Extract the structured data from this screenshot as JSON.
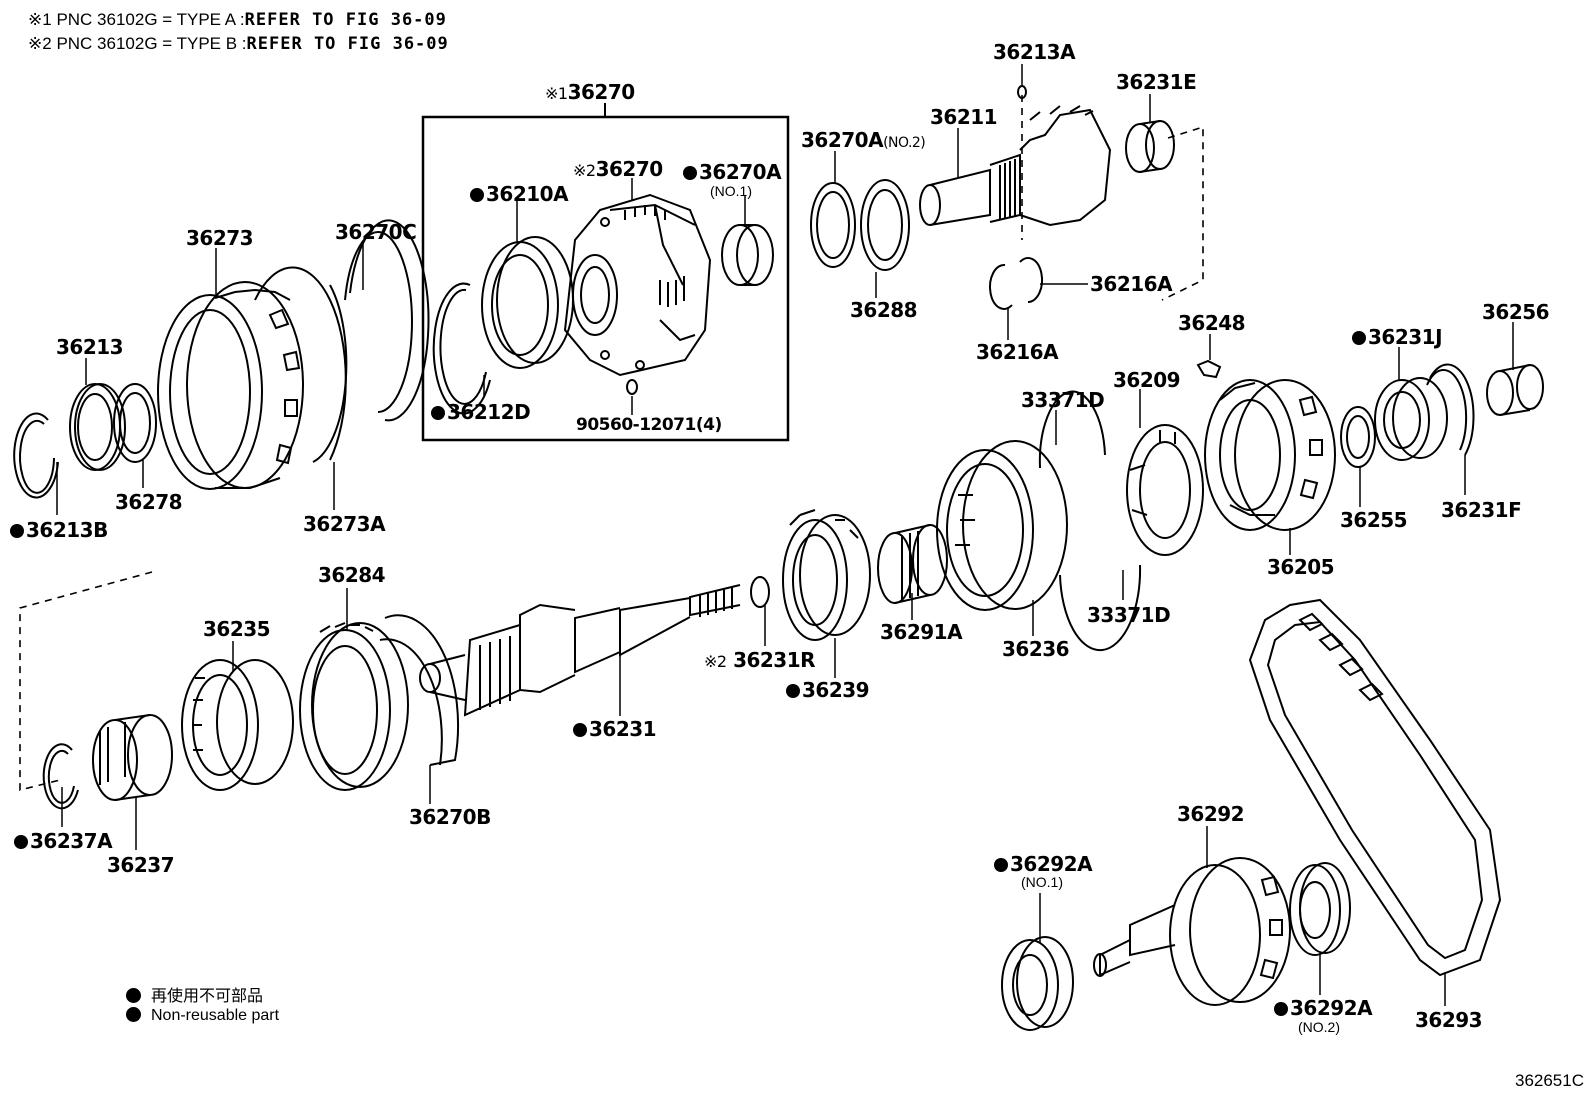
{
  "notes": [
    {
      "mark": "※1",
      "text": "PNC 36102G = TYPE A :",
      "ref": "REFER TO FIG 36-09"
    },
    {
      "mark": "※2",
      "text": "PNC 36102G = TYPE B :",
      "ref": "REFER TO FIG 36-09"
    }
  ],
  "labels": {
    "p36213A": "36213A",
    "p36231E": "36231E",
    "p36270": "36270",
    "p36270_mark": "※1",
    "p36270_2": "36270",
    "p36270_2_mark": "※2",
    "p36210A": "36210A",
    "p36270A1": "36270A",
    "p36270A1_sub": "(NO.1)",
    "p36270A2": "36270A",
    "p36270A2_sub": "(NO.2)",
    "p36211": "36211",
    "p36273": "36273",
    "p36270C": "36270C",
    "p36213": "36213",
    "p36278": "36278",
    "p36213B": "36213B",
    "p36273A": "36273A",
    "p36212D": "36212D",
    "p90560": "90560-12071(4)",
    "p36288": "36288",
    "p36216A_a": "36216A",
    "p36216A_b": "36216A",
    "p36248": "36248",
    "p36256": "36256",
    "p36231J": "36231J",
    "p33371D_a": "33371D",
    "p36209": "36209",
    "p36255": "36255",
    "p36231F": "36231F",
    "p36205": "36205",
    "p36284": "36284",
    "p36235": "36235",
    "p36231R": "36231R",
    "p36231R_mark": "※2",
    "p36239": "36239",
    "p36291A": "36291A",
    "p36236": "36236",
    "p33371D_b": "33371D",
    "p36231": "36231",
    "p36270B": "36270B",
    "p36237A": "36237A",
    "p36237": "36237",
    "p36292": "36292",
    "p36292A1": "36292A",
    "p36292A1_sub": "(NO.1)",
    "p36292A2": "36292A",
    "p36292A2_sub": "(NO.2)",
    "p36293": "36293"
  },
  "legend": {
    "line1": "再使用不可部品",
    "line2": "Non-reusable part"
  },
  "figure_number": "362651C"
}
